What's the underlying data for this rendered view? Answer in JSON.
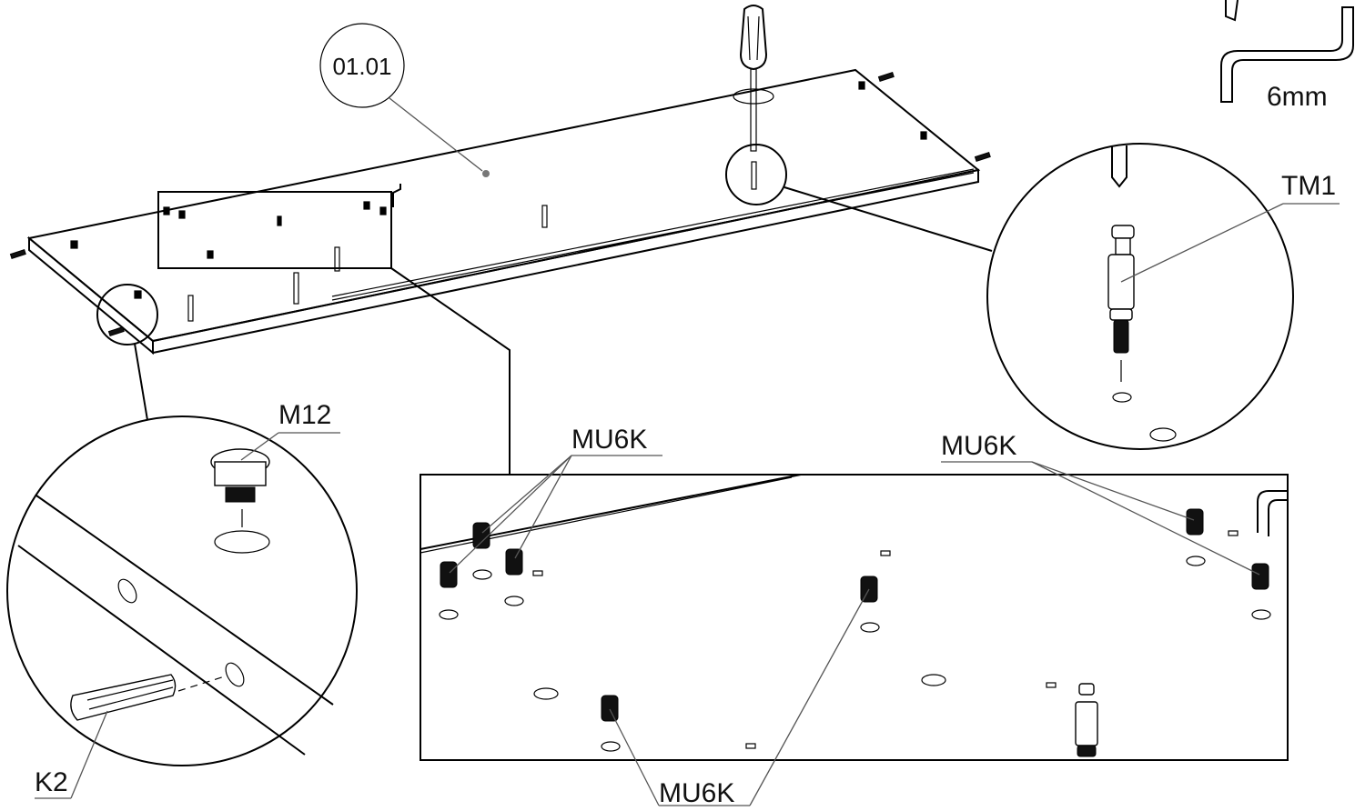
{
  "step_badge": "01.01",
  "labels": {
    "hex_key_size": "6mm",
    "cam_bolt": "TM1",
    "cam_lock": "M12",
    "dowel": "K2",
    "insert_top_left": "MU6K",
    "insert_top_right": "MU6K",
    "insert_bottom": "MU6K"
  },
  "icons": [
    "screwdriver-icon",
    "hex-key-icon",
    "cam-lock-icon",
    "cam-bolt-icon",
    "dowel-icon",
    "threaded-insert-icon"
  ],
  "colors": {
    "line": "#000000",
    "leader": "#555555",
    "background": "#ffffff"
  }
}
